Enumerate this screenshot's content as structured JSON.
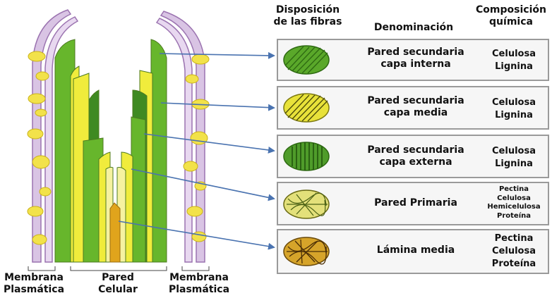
{
  "headers": {
    "arrangement": [
      "Disposición",
      "de las fibras"
    ],
    "name": "Denominación",
    "composition": [
      "Composición",
      "química"
    ]
  },
  "rows": [
    {
      "name": [
        "Pared secundaria",
        "capa interna"
      ],
      "composition": [
        "Celulosa",
        "Lignina"
      ],
      "fill": "#5aa82a",
      "pattern": "diagonal"
    },
    {
      "name": [
        "Pared secundaria",
        "capa media"
      ],
      "composition": [
        "Celulosa",
        "Lignina"
      ],
      "fill": "#e8e23a",
      "pattern": "diagonal"
    },
    {
      "name": [
        "Pared secundaria",
        "capa externa"
      ],
      "composition": [
        "Celulosa",
        "Lignina"
      ],
      "fill": "#4f9c2a",
      "pattern": "vertical"
    },
    {
      "name": [
        "Pared Primaria"
      ],
      "composition": [
        "Pectina",
        "Celulosa",
        "Hemicelulosa",
        "Proteína"
      ],
      "fill": "#e3e07a",
      "pattern": "mesh"
    },
    {
      "name": [
        "Lámina media"
      ],
      "composition": [
        "Pectina",
        "Celulosa",
        "Proteína"
      ],
      "fill": "#d6a42a",
      "pattern": "mesh-dense"
    }
  ],
  "bottom_labels": {
    "left": [
      "Membrana",
      "Plasmática"
    ],
    "center": [
      "Pared",
      "Celular"
    ],
    "right": [
      "Membrana",
      "Plasmática"
    ]
  },
  "colors": {
    "arrow": "#4a73b0",
    "membrane": "#b98fc9",
    "vesicle": "#f2e24a",
    "green": "#67b62c",
    "yellow": "#f0ec3c",
    "dark_green": "#3f8a22",
    "amber": "#e0a41c"
  }
}
